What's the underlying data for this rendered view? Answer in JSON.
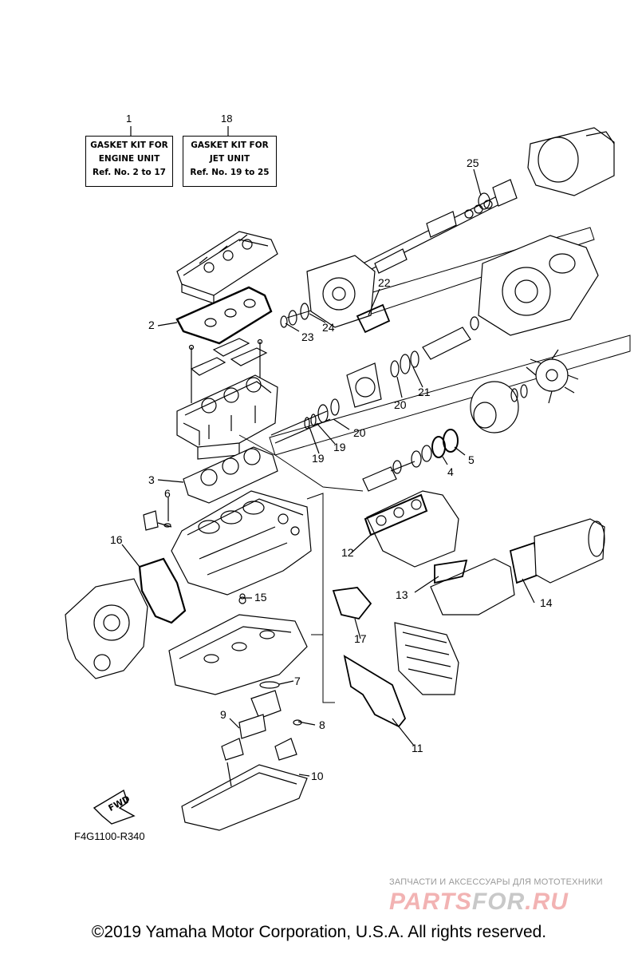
{
  "kits": [
    {
      "number": "1",
      "line1": "GASKET KIT FOR",
      "line2": "ENGINE UNIT",
      "line3": "Ref. No. 2 to 17"
    },
    {
      "number": "18",
      "line1": "GASKET KIT FOR",
      "line2": "JET UNIT",
      "line3": "Ref. No. 19 to 25"
    }
  ],
  "callouts": {
    "c2": "2",
    "c3": "3",
    "c4": "4",
    "c5": "5",
    "c6": "6",
    "c7": "7",
    "c8": "8",
    "c9": "9",
    "c10": "10",
    "c11": "11",
    "c12": "12",
    "c13": "13",
    "c14": "14",
    "c15": "15",
    "c16": "16",
    "c17": "17",
    "c19a": "19",
    "c19b": "19",
    "c20a": "20",
    "c20b": "20",
    "c21": "21",
    "c22": "22",
    "c23": "23",
    "c24": "24",
    "c25": "25"
  },
  "fwd_label": "FWD",
  "ref_code": "F4G1100-R340",
  "watermark": {
    "tagline": "ЗАПЧАСТИ И АКСЕССУАРЫ ДЛЯ МОТОТЕХНИКИ",
    "logo_part1": "PARTS",
    "logo_part2": "FOR",
    "logo_part3": ".RU"
  },
  "copyright": "©2019 Yamaha Motor Corporation, U.S.A. All rights reserved."
}
